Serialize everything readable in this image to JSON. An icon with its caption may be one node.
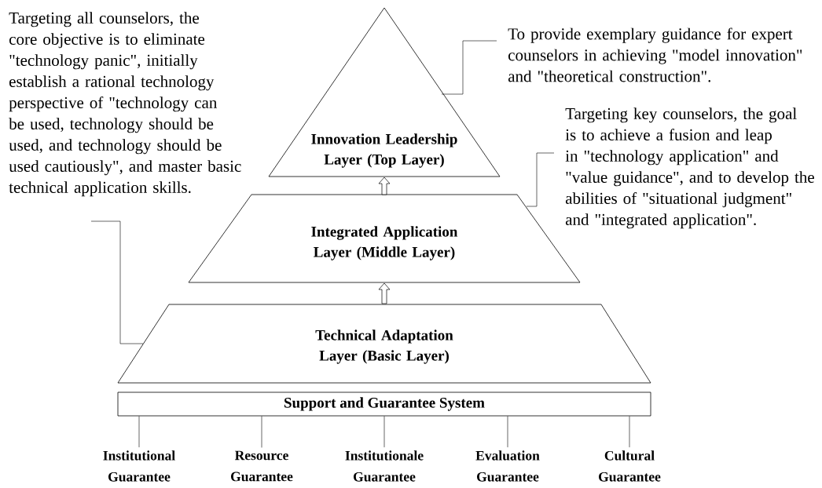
{
  "diagram": {
    "nodes": [
      {
        "text": [
          "Innovation Leadership Layer (Top Layer)"
        ]
      },
      {
        "text": [
          "Integrated Application Layer (Middle Layer)"
        ]
      },
      {
        "text": [
          "Technical Adaptation Layer (Basic Layer)"
        ]
      },
      {
        "text": [
          "Support and Guarantee System"
        ]
      },
      {
        "text": [
          "Institutional Guarantee"
        ]
      },
      {
        "text": [
          "Resource Guarantee"
        ]
      },
      {
        "text": [
          "Institutionale Guarantee"
        ]
      },
      {
        "text": [
          "Evaluation Guarantee"
        ]
      },
      {
        "text": [
          "Cultural Guarantee"
        ]
      },
      {
        "text": [
          "Targeting all counselors, the core objective is to eliminate \"technology panic\", initially establish a rational technology perspective of \"technology can be used, technology should be used, and technology should be used cautiously\", and master basic technical application skills."
        ]
      },
      {
        "text": [
          "To provide exemplary guidance for expert counselors in achieving \"model innovation\" and \"theoretical construction\"."
        ]
      },
      {
        "text": [
          "Targeting key counselors, the goal is to achieve a fusion and leap in \"technology application\" and \"value guidance\", and to develop the abilities of \"situational judgment\" and \"integrated application\"."
        ]
      }
    ],
    "edges": [
      {
        "from": 1,
        "to": 0,
        "arrow": "to"
      },
      {
        "from": 2,
        "to": 1,
        "arrow": "to"
      },
      {
        "from": 3,
        "to": 4,
        "arrow": "none"
      },
      {
        "from": 3,
        "to": 5,
        "arrow": "none"
      },
      {
        "from": 3,
        "to": 6,
        "arrow": "none"
      },
      {
        "from": 3,
        "to": 7,
        "arrow": "none"
      },
      {
        "from": 3,
        "to": 8,
        "arrow": "none"
      },
      {
        "from": 9,
        "to": 2,
        "arrow": "none"
      },
      {
        "from": 10,
        "to": 0,
        "arrow": "none"
      },
      {
        "from": 11,
        "to": 1,
        "arrow": "none"
      }
    ]
  }
}
